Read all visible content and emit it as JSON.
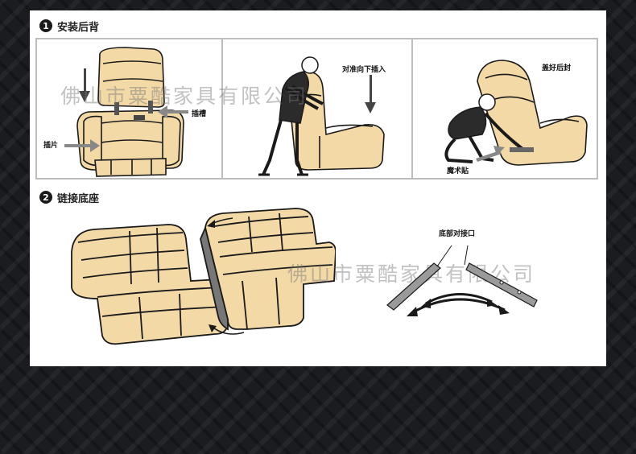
{
  "step1": {
    "number": "1",
    "title": "安装后背"
  },
  "step2": {
    "number": "2",
    "title": "链接底座"
  },
  "labels": {
    "slot": "插槽",
    "tab": "插片",
    "insert_down": "对准向下插入",
    "cover_back": "盖好后封",
    "velcro": "魔术贴",
    "bottom_joint": "底部对接口"
  },
  "watermark": "佛山市粟酷家具有限公司",
  "colors": {
    "page_bg": "#1b1c20",
    "panel_bg": "#ffffff",
    "sofa_fill": "#f3d9a6",
    "sofa_stroke": "#1a1a1a",
    "frame_border": "#bdbdbd"
  },
  "icons": [
    "arrow-down-icon",
    "arrow-left-icon",
    "curved-arrow-icon"
  ]
}
